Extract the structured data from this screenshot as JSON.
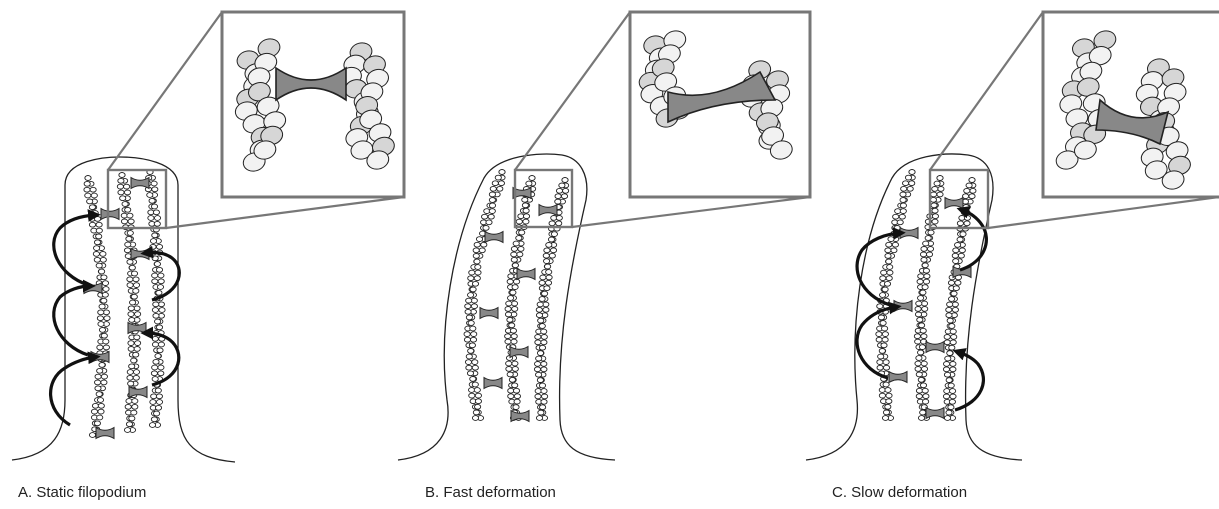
{
  "panels": [
    {
      "caption": "A. Static filopodium"
    },
    {
      "caption": "B. Fast deformation"
    },
    {
      "caption": "C. Slow deformation"
    }
  ],
  "colors": {
    "membrane": "#222222",
    "actin_bead_fill": "#ffffff",
    "inset_bead_light": "#f2f2f2",
    "inset_bead_dark": "#d6d6d6",
    "crosslinker": "#888888",
    "inset_frame": "#777777",
    "arrow": "#111111"
  },
  "icons": [
    "actin-filament",
    "crosslinker-bowtie",
    "curved-arrow",
    "zoom-inset"
  ]
}
